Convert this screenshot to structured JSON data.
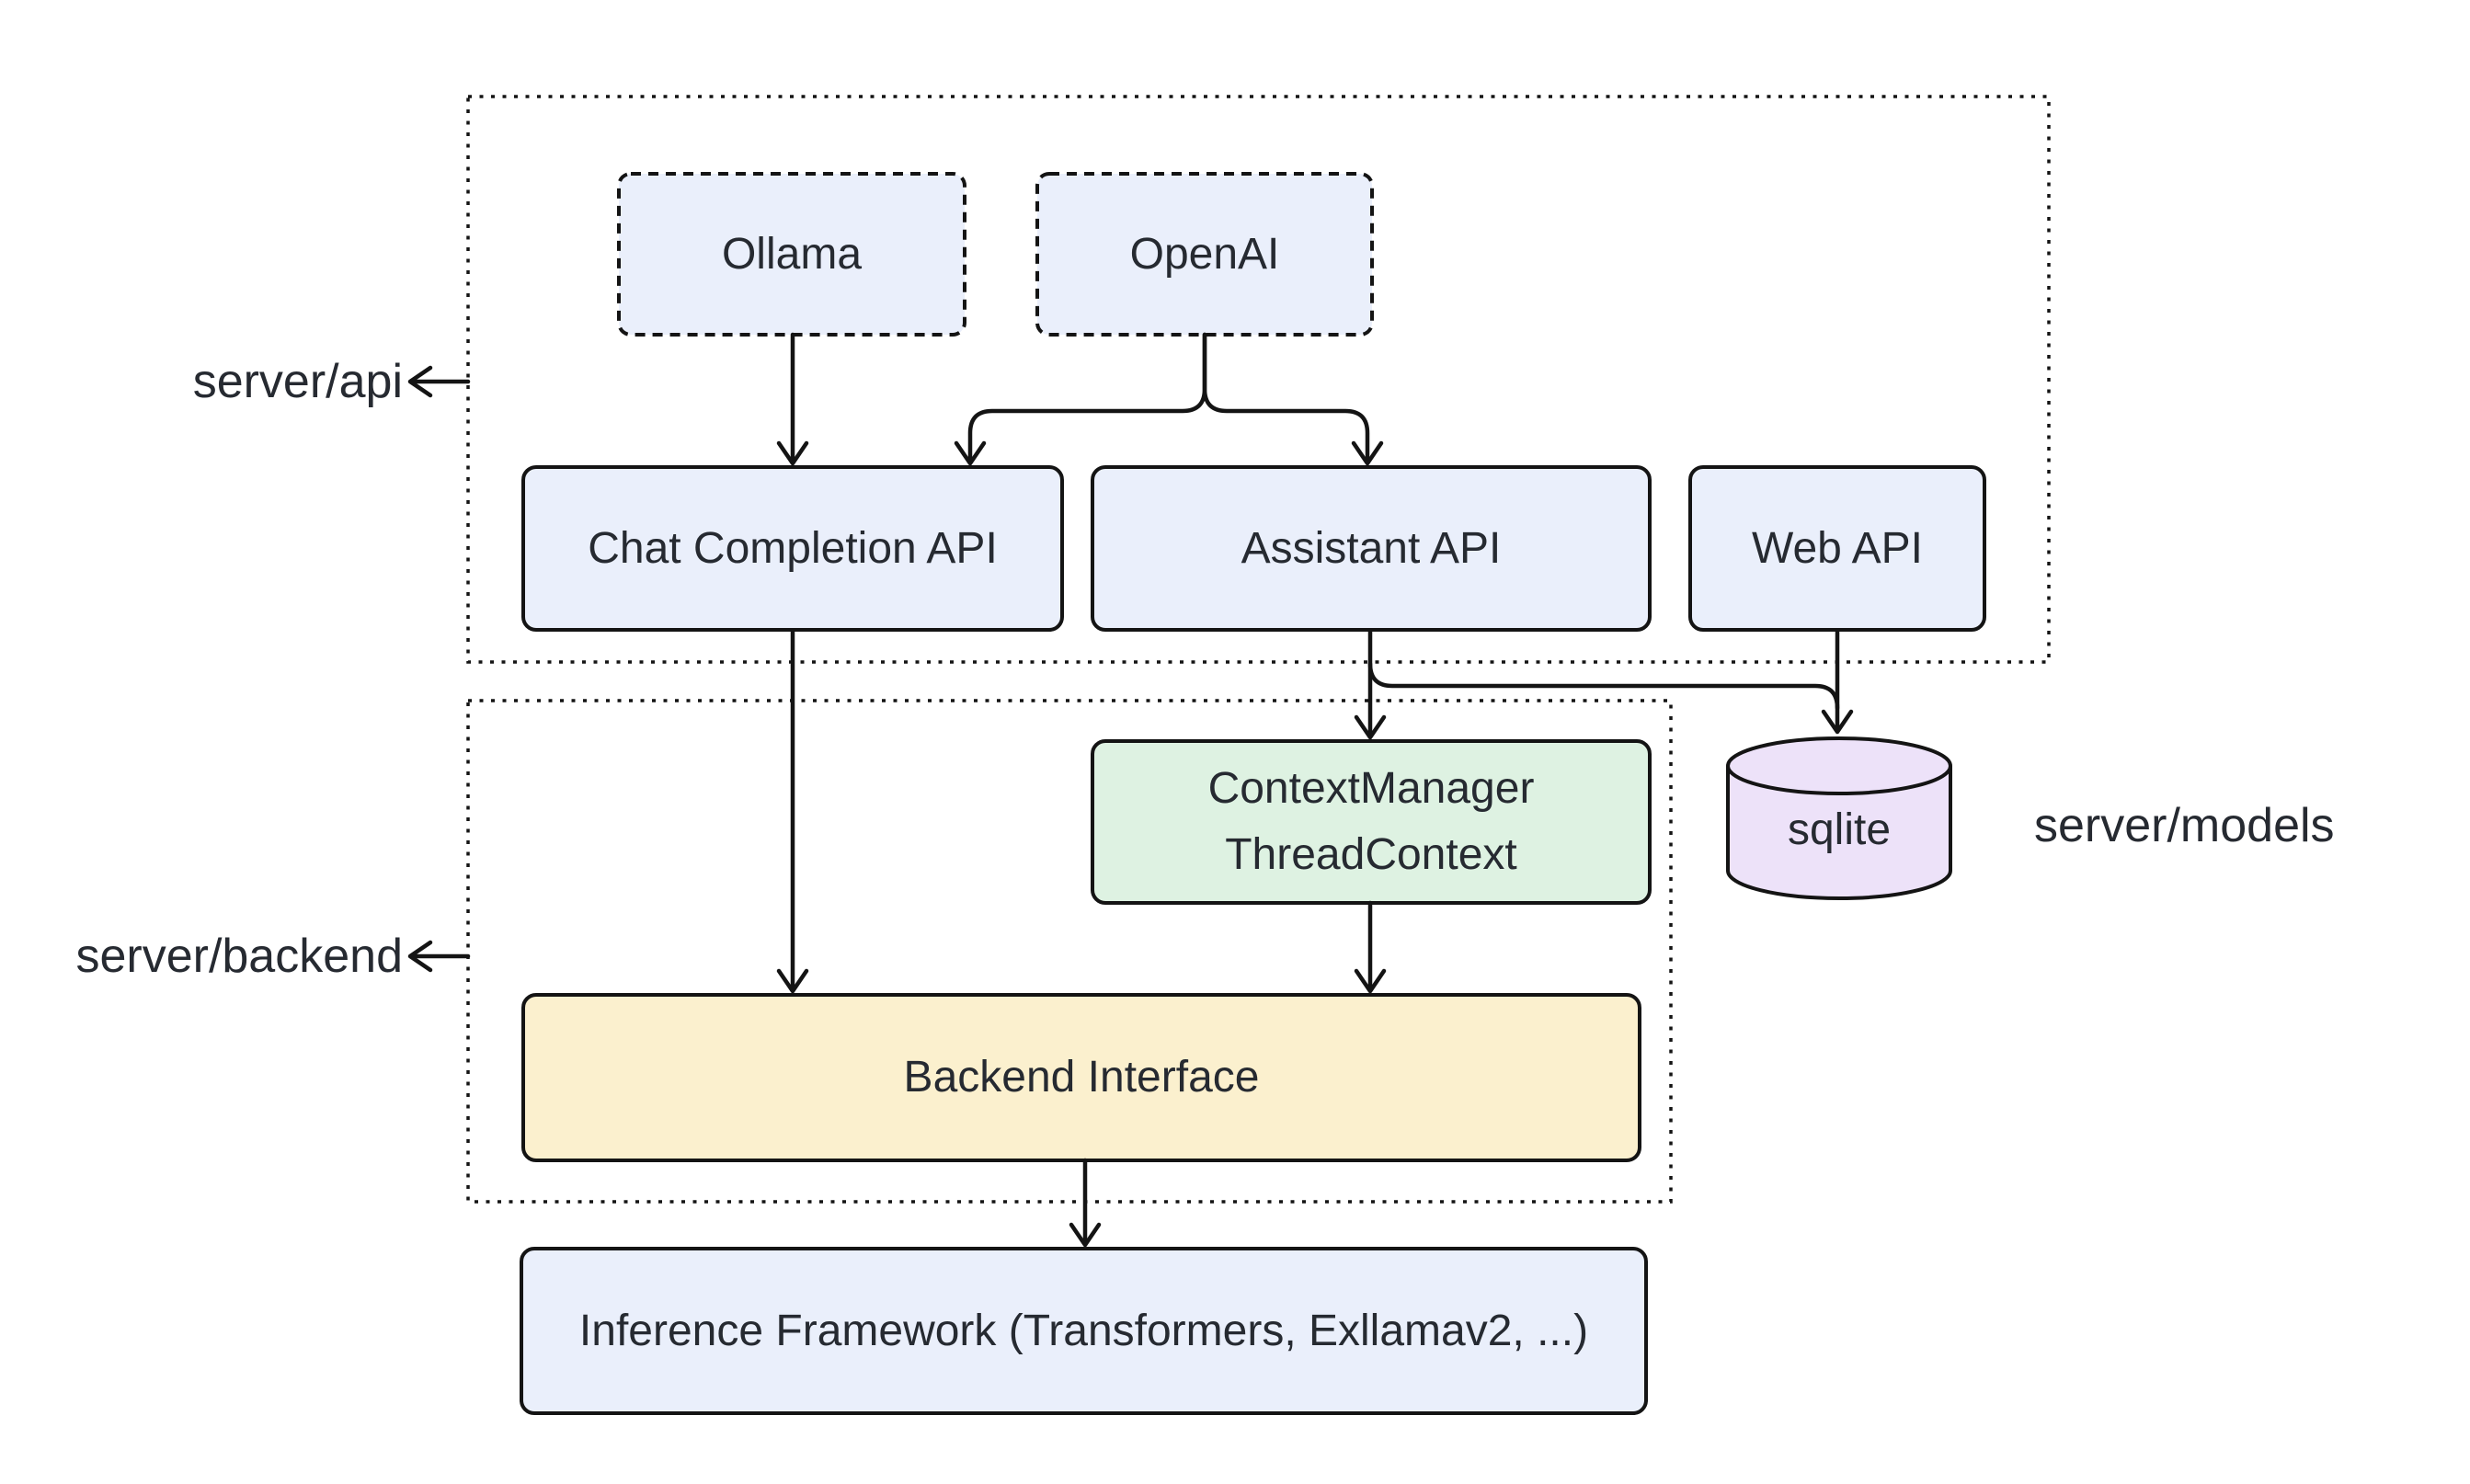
{
  "diagram": {
    "background": "#ffffff",
    "colors": {
      "background": "#ffffff",
      "node_fill_blue": "#EAEFFB",
      "node_fill_green": "#DEF2E2",
      "node_fill_yellow": "#FBF0CE",
      "node_fill_purple": "#EDE2F9",
      "stroke": "#141414",
      "text": "#262A31"
    },
    "section_labels": {
      "api": "server/api",
      "backend": "server/backend",
      "models": "server/models"
    },
    "nodes": {
      "ollama": {
        "label": "Ollama"
      },
      "openai": {
        "label": "OpenAI"
      },
      "chat_completion_api": {
        "label": "Chat Completion API"
      },
      "assistant_api": {
        "label": "Assistant API"
      },
      "web_api": {
        "label": "Web API"
      },
      "context_manager": {
        "line1": "ContextManager",
        "line2": "ThreadContext"
      },
      "sqlite": {
        "label": "sqlite"
      },
      "backend_interface": {
        "label": "Backend Interface"
      },
      "inference_framework": {
        "label": "Inference Framework (Transformers, Exllamav2, ...)"
      }
    },
    "edges": [
      {
        "from": "ollama",
        "to": "chat_completion_api"
      },
      {
        "from": "openai",
        "to": "chat_completion_api"
      },
      {
        "from": "openai",
        "to": "assistant_api"
      },
      {
        "from": "chat_completion_api",
        "to": "backend_interface"
      },
      {
        "from": "assistant_api",
        "to": "context_manager"
      },
      {
        "from": "assistant_api",
        "to": "sqlite"
      },
      {
        "from": "web_api",
        "to": "sqlite"
      },
      {
        "from": "context_manager",
        "to": "backend_interface"
      },
      {
        "from": "backend_interface",
        "to": "inference_framework"
      }
    ]
  }
}
